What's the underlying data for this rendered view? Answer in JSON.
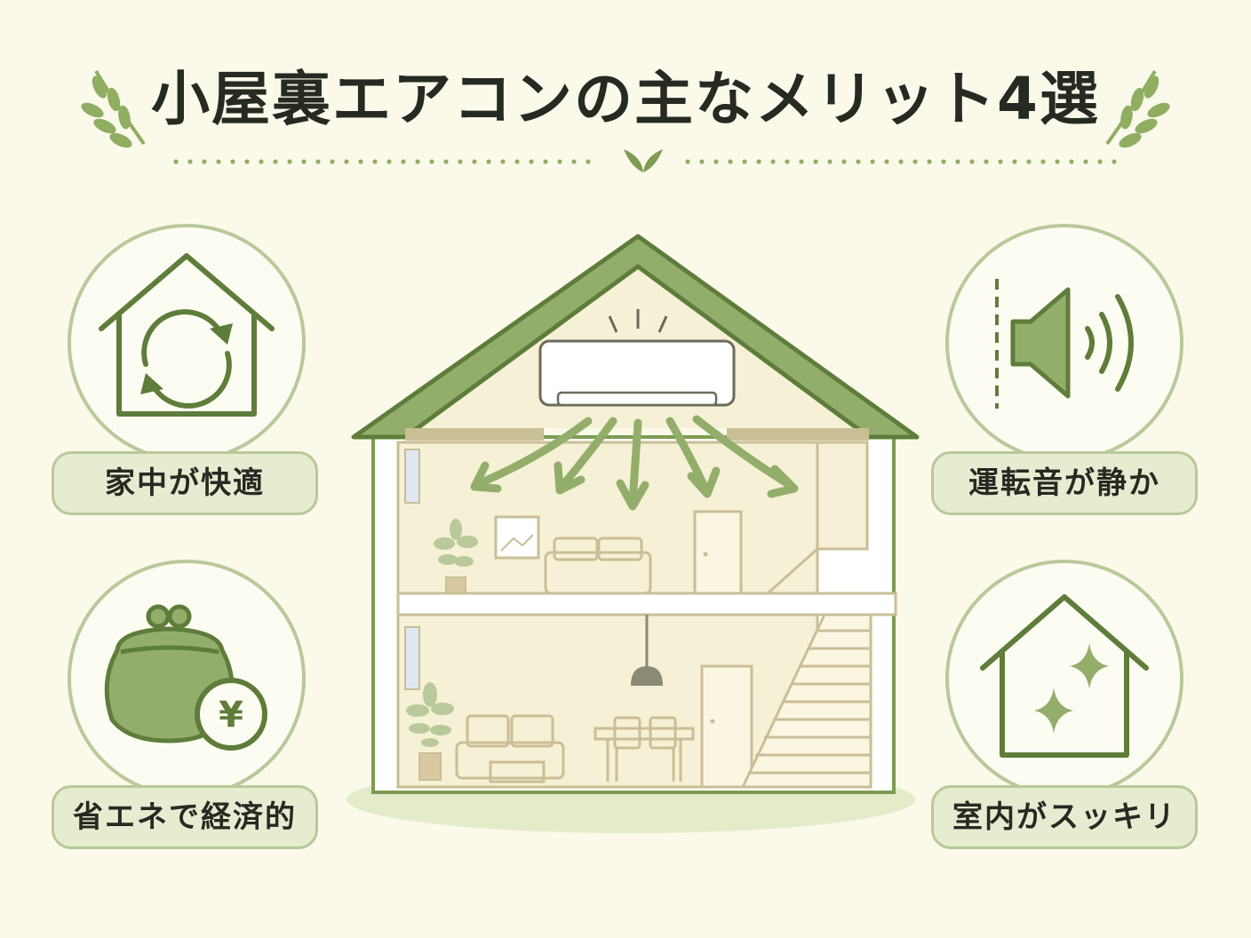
{
  "title": "小屋裏エアコンの主なメリット4選",
  "benefits": [
    {
      "label": "家中が快適",
      "icon": "house-cycle-icon"
    },
    {
      "label": "省エネで経済的",
      "icon": "purse-yen-icon"
    },
    {
      "label": "運転音が静か",
      "icon": "speaker-icon"
    },
    {
      "label": "室内がスッキリ",
      "icon": "house-sparkle-icon"
    }
  ],
  "yen_symbol": "¥",
  "colors": {
    "background": "#fbf9ea",
    "green_dark": "#5e7d3a",
    "green_fill": "#93ae6b",
    "green_light": "#e6ecd0",
    "beige": "#f6f0d6",
    "beige_line": "#c8bf96"
  }
}
